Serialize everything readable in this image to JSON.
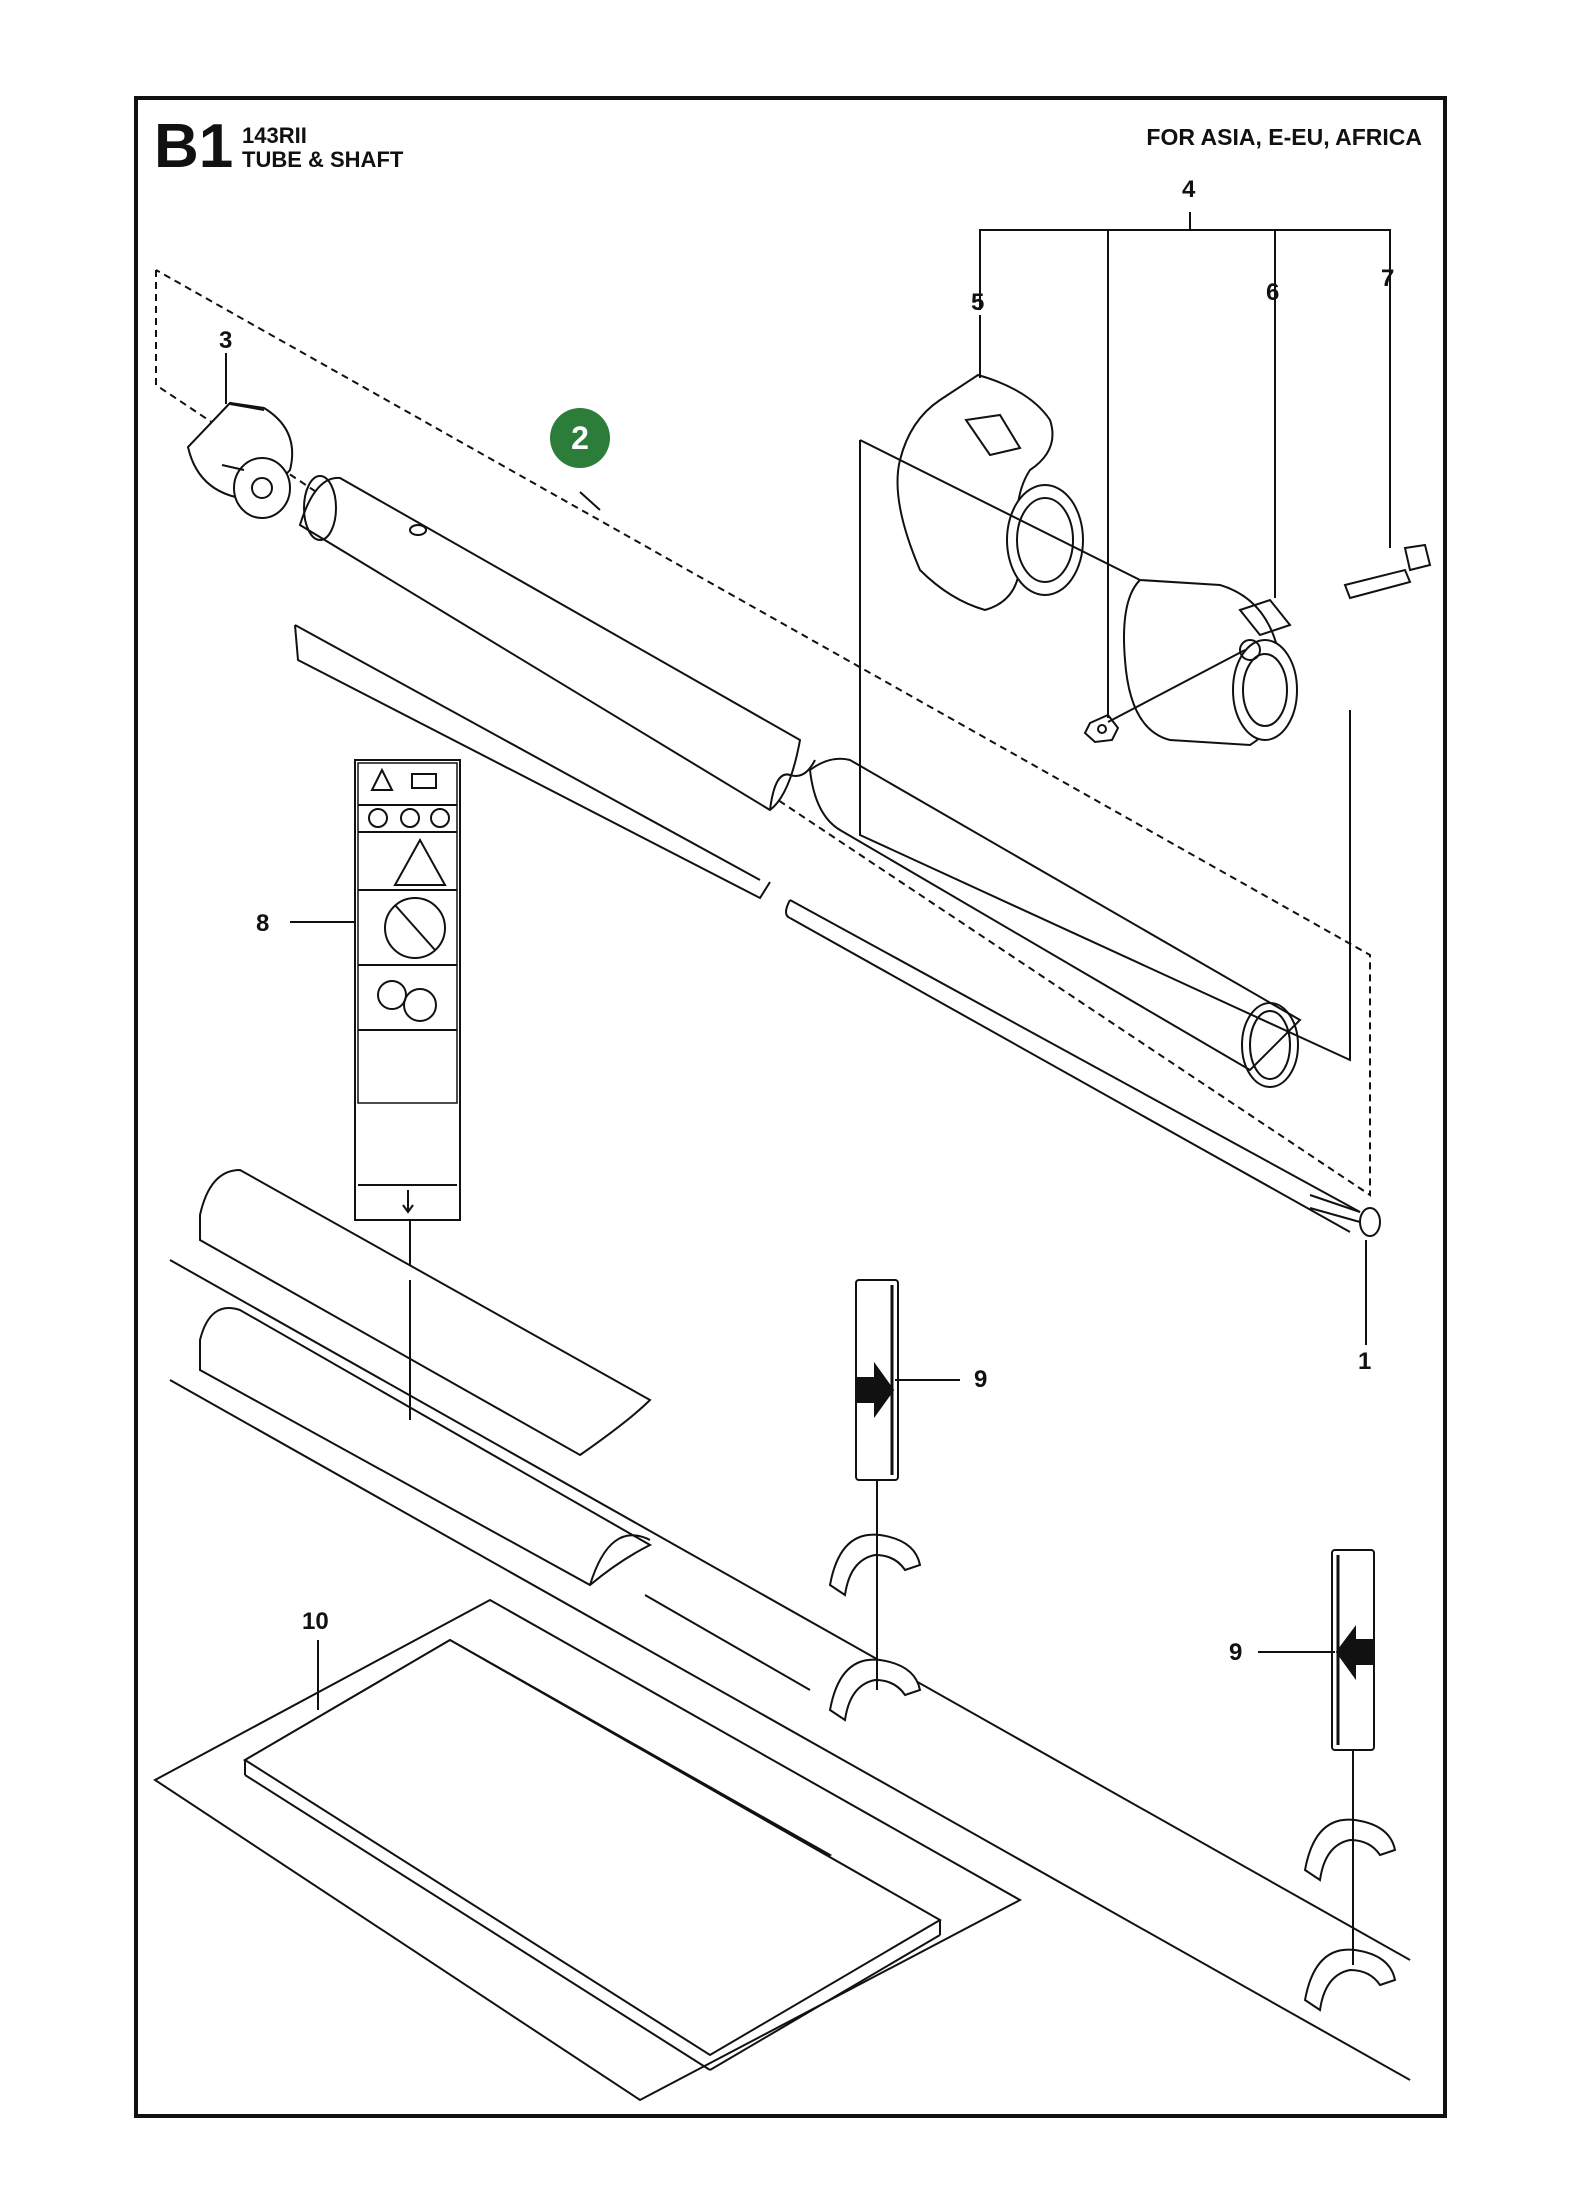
{
  "header": {
    "section_code": "B1",
    "model": "143RII",
    "section_title": "TUBE & SHAFT",
    "region": "FOR ASIA, E-EU, AFRICA"
  },
  "callouts": {
    "c1": "1",
    "c2": "2",
    "c3": "3",
    "c4": "4",
    "c5": "5",
    "c6": "6",
    "c7": "7",
    "c8": "8",
    "c9a": "9",
    "c9b": "9",
    "c10": "10"
  },
  "colors": {
    "badge": "#2c7c3a",
    "line": "#111111"
  }
}
